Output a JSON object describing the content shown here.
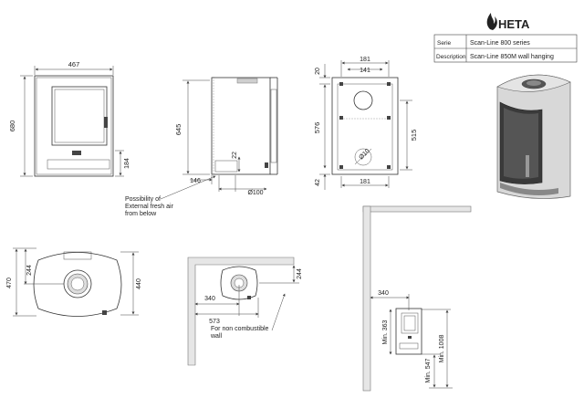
{
  "brand": {
    "name": "HETA",
    "logo_icon": "flame-icon"
  },
  "info_table": {
    "rows": [
      {
        "label": "Serie",
        "value": "Scan-Line 800 series"
      },
      {
        "label": "Description",
        "value": "Scan-Line 850M wall hanging"
      }
    ]
  },
  "front_view": {
    "width": "467",
    "height": "680",
    "bottom_height": "184"
  },
  "side_view": {
    "height": "645",
    "depth": "146",
    "inlet_height": "22",
    "inlet_diameter": "Ø100"
  },
  "rear_view": {
    "top_width": "181",
    "inner_width": "141",
    "bottom_width": "181",
    "top_offset": "20",
    "height_left": "576",
    "height_right": "515",
    "bottom_offset": "42",
    "hole_diameter": "Ø10"
  },
  "air_note": {
    "lines": [
      "Possibility of",
      "External fresh air",
      "from below"
    ]
  },
  "top_view": {
    "depth": "470",
    "center_depth": "244",
    "width": "440"
  },
  "corner_view": {
    "offset_a": "340",
    "offset_b": "573",
    "depth": "244"
  },
  "combustible_note": {
    "lines": [
      "For non combustible",
      "wall"
    ]
  },
  "wall_view": {
    "offset": "340",
    "min_a": "Min. 363",
    "min_b": "Min. 547",
    "min_c": "Min. 1008"
  }
}
